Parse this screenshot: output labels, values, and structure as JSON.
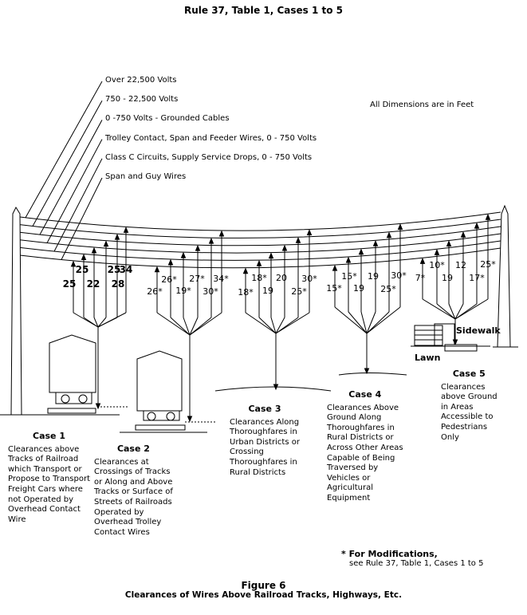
{
  "title": "Rule 37, Table 1, Cases 1 to 5",
  "note": "All Dimensions are in Feet",
  "wire_labels": [
    "Over 22,500 Volts",
    "750 - 22,500 Volts",
    "0 -750 Volts - Grounded Cables",
    "Trolley Contact, Span and Feeder Wires, 0 - 750 Volts",
    "Class C Circuits, Supply Service Drops, 0 - 750 Volts",
    "Span and Guy Wires"
  ],
  "cases": [
    {
      "title": "Case 1",
      "upper": [
        "25",
        "25",
        "34"
      ],
      "lower": [
        "25",
        "22",
        "28"
      ],
      "desc": [
        "Clearances above",
        "Tracks of Railroad",
        "which Transport or",
        "Propose to Transport",
        "Freight Cars where",
        "not Operated  by",
        "Overhead Contact",
        "Wire"
      ]
    },
    {
      "title": "Case 2",
      "upper": [
        "26*",
        "27*",
        "34*"
      ],
      "lower": [
        "26*",
        "19*",
        "30*"
      ],
      "desc": [
        "Clearances at",
        "Crossings of Tracks",
        "or Along and Above",
        "Tracks or Surface of",
        "Streets of Railroads",
        "Operated by",
        "Overhead Trolley",
        "Contact Wires"
      ]
    },
    {
      "title": "Case 3",
      "upper": [
        "18*",
        "20",
        "30*"
      ],
      "lower": [
        "18*",
        "19",
        "25*"
      ],
      "desc": [
        "Clearances Along",
        "Thoroughfares in",
        "Urban Districts or",
        "Crossing",
        "Thoroughfares in",
        "Rural Districts"
      ]
    },
    {
      "title": "Case 4",
      "upper": [
        "15*",
        "19",
        "30*"
      ],
      "lower": [
        "15*",
        "19",
        "25*"
      ],
      "desc": [
        "Clearances Above",
        "Ground Along",
        "Thoroughfares in",
        "Rural Districts or",
        "Across Other Areas",
        "Capable of Being",
        "Traversed by",
        "Vehicles or",
        "Agricultural",
        "Equipment"
      ]
    },
    {
      "title": "Case 5",
      "upper": [
        "10*",
        "12",
        "25*"
      ],
      "lower": [
        "7*",
        "19",
        "17*"
      ],
      "desc": [
        "Clearances",
        "above Ground",
        "in Areas",
        "Accessible to",
        "Pedestrians",
        "Only"
      ]
    }
  ],
  "sidewalk": "Sidewalk",
  "lawn": "Lawn",
  "modifications": {
    "line1": "* For Modifications,",
    "line2": "see Rule 37, Table 1, Cases 1 to 5"
  },
  "figure": "Figure 6",
  "caption": "Clearances of Wires Above Railroad Tracks, Highways, Etc."
}
